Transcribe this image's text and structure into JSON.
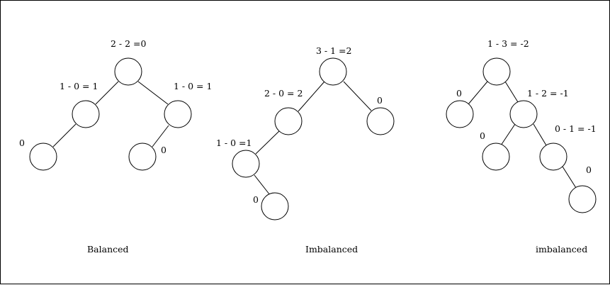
{
  "trees": [
    {
      "caption": "Balanced",
      "nodes": [
        {
          "label": "2 - 2 =0"
        },
        {
          "label": "1 - 0 = 1"
        },
        {
          "label": "1 - 0 = 1"
        },
        {
          "label": "0"
        },
        {
          "label": "0"
        }
      ]
    },
    {
      "caption": "Imbalanced",
      "nodes": [
        {
          "label": "3 - 1 =2"
        },
        {
          "label": "2 - 0 = 2"
        },
        {
          "label": "0"
        },
        {
          "label": "1 - 0 =1"
        },
        {
          "label": "0"
        }
      ]
    },
    {
      "caption": "imbalanced",
      "nodes": [
        {
          "label": "1 - 3 = -2"
        },
        {
          "label": "0"
        },
        {
          "label": "1 - 2 = -1"
        },
        {
          "label": "0"
        },
        {
          "label": "0 - 1 = -1"
        },
        {
          "label": "0"
        }
      ]
    }
  ]
}
